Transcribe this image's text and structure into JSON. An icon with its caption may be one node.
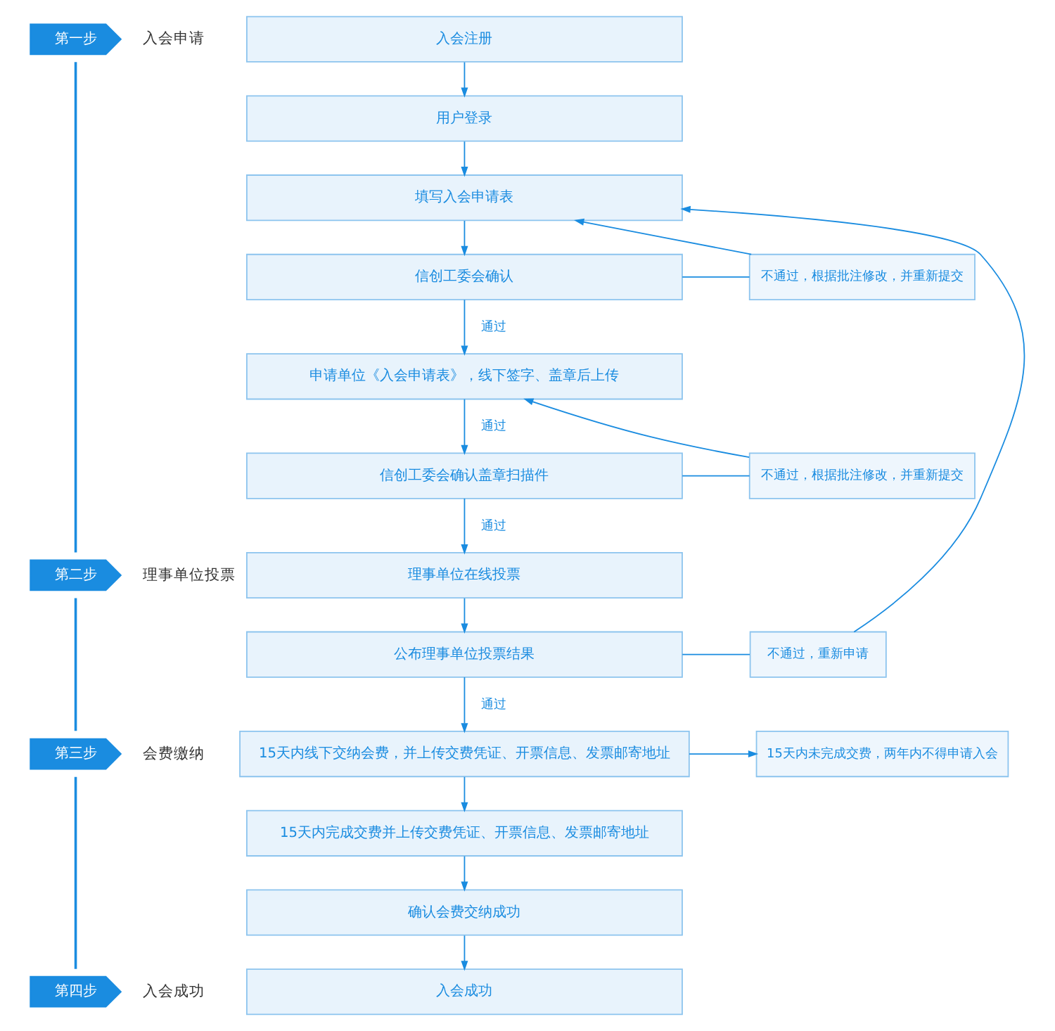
{
  "diagram": {
    "nodes": [
      {
        "text": [
          "第一步"
        ],
        "beside": [
          "入会申请"
        ]
      },
      {
        "text": [
          "第二步"
        ],
        "beside": [
          "理事单位投票"
        ]
      },
      {
        "text": [
          "第三步"
        ],
        "beside": [
          "会费缴纳"
        ]
      },
      {
        "text": [
          "第四步"
        ],
        "beside": [
          "入会成功"
        ]
      },
      {
        "text": [
          "入会注册"
        ]
      },
      {
        "text": [
          "用户登录"
        ]
      },
      {
        "text": [
          "填写入会申请表"
        ]
      },
      {
        "text": [
          "信创工委会确认"
        ]
      },
      {
        "text": [
          "申请单位《入会申请表》，线下签字、盖章后上传"
        ]
      },
      {
        "text": [
          "信创工委会确认盖章扫描件"
        ]
      },
      {
        "text": [
          "理事单位在线投票"
        ]
      },
      {
        "text": [
          "公布理事单位投票结果"
        ]
      },
      {
        "text": [
          "15天内线下交纳会费，并上传交费凭证、开票信息、发票邮寄地址"
        ]
      },
      {
        "text": [
          "15天内完成交费并上传交费凭证、开票信息、发票邮寄地址"
        ]
      },
      {
        "text": [
          "确认会费交纳成功"
        ]
      },
      {
        "text": [
          "入会成功"
        ]
      },
      {
        "text": [
          "不通过，根据批注修改，并重新提交"
        ]
      },
      {
        "text": [
          "不通过，根据批注修改，并重新提交"
        ]
      },
      {
        "text": [
          "不通过，重新申请"
        ]
      },
      {
        "text": [
          "15天内未完成交费，两年内不得申请入会"
        ]
      }
    ],
    "edges": [
      {
        "from": 0,
        "to": 1,
        "arrow": "none"
      },
      {
        "from": 1,
        "to": 2,
        "arrow": "none"
      },
      {
        "from": 2,
        "to": 3,
        "arrow": "none"
      },
      {
        "from": 4,
        "to": 5,
        "arrow": "to"
      },
      {
        "from": 5,
        "to": 6,
        "arrow": "to"
      },
      {
        "from": 6,
        "to": 7,
        "arrow": "to"
      },
      {
        "from": 7,
        "to": 8,
        "arrow": "to",
        "label": "通过"
      },
      {
        "from": 8,
        "to": 9,
        "arrow": "to",
        "label": "通过"
      },
      {
        "from": 9,
        "to": 10,
        "arrow": "to",
        "label": "通过"
      },
      {
        "from": 10,
        "to": 11,
        "arrow": "to"
      },
      {
        "from": 11,
        "to": 12,
        "arrow": "to",
        "label": "通过"
      },
      {
        "from": 12,
        "to": 13,
        "arrow": "to"
      },
      {
        "from": 13,
        "to": 14,
        "arrow": "to"
      },
      {
        "from": 14,
        "to": 15,
        "arrow": "to"
      },
      {
        "from": 7,
        "to": 16,
        "arrow": "none"
      },
      {
        "from": 16,
        "to": 6,
        "arrow": "to"
      },
      {
        "from": 9,
        "to": 17,
        "arrow": "none"
      },
      {
        "from": 17,
        "to": 8,
        "arrow": "to"
      },
      {
        "from": 11,
        "to": 18,
        "arrow": "none"
      },
      {
        "from": 18,
        "to": 6,
        "arrow": "to"
      },
      {
        "from": 12,
        "to": 19,
        "arrow": "to"
      }
    ]
  }
}
